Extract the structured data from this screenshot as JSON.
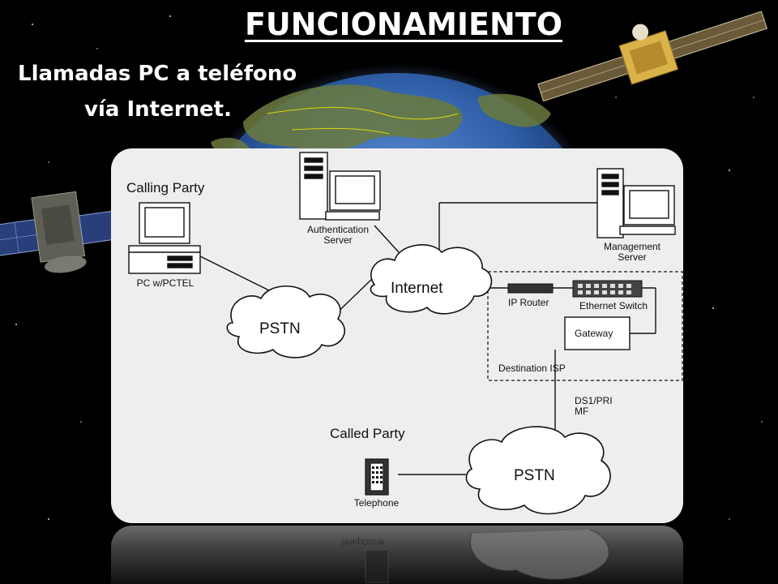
{
  "slide": {
    "title": "FUNCIONAMIENTO",
    "subtitle_line1": "Llamadas PC a teléfono",
    "subtitle_line2": "vía Internet."
  },
  "diagram": {
    "calling_party": "Calling Party",
    "pc_label": "PC w/PCTEL",
    "auth_server_line1": "Authentication",
    "auth_server_line2": "Server",
    "mgmt_server_line1": "Management",
    "mgmt_server_line2": "Server",
    "pstn_left": "PSTN",
    "internet": "Internet",
    "ip_router": "IP Router",
    "ethernet_switch": "Ethernet Switch",
    "gateway": "Gateway",
    "destination_isp": "Destination ISP",
    "ds1_line1": "DS1/PRI",
    "ds1_line2": "MF",
    "called_party": "Called Party",
    "telephone": "Telephone",
    "pstn_bottom": "PSTN"
  },
  "colors": {
    "background": "#000000",
    "panel": "#eeeeee",
    "earth": "#2f5fa8",
    "text_light": "#ffffff"
  }
}
